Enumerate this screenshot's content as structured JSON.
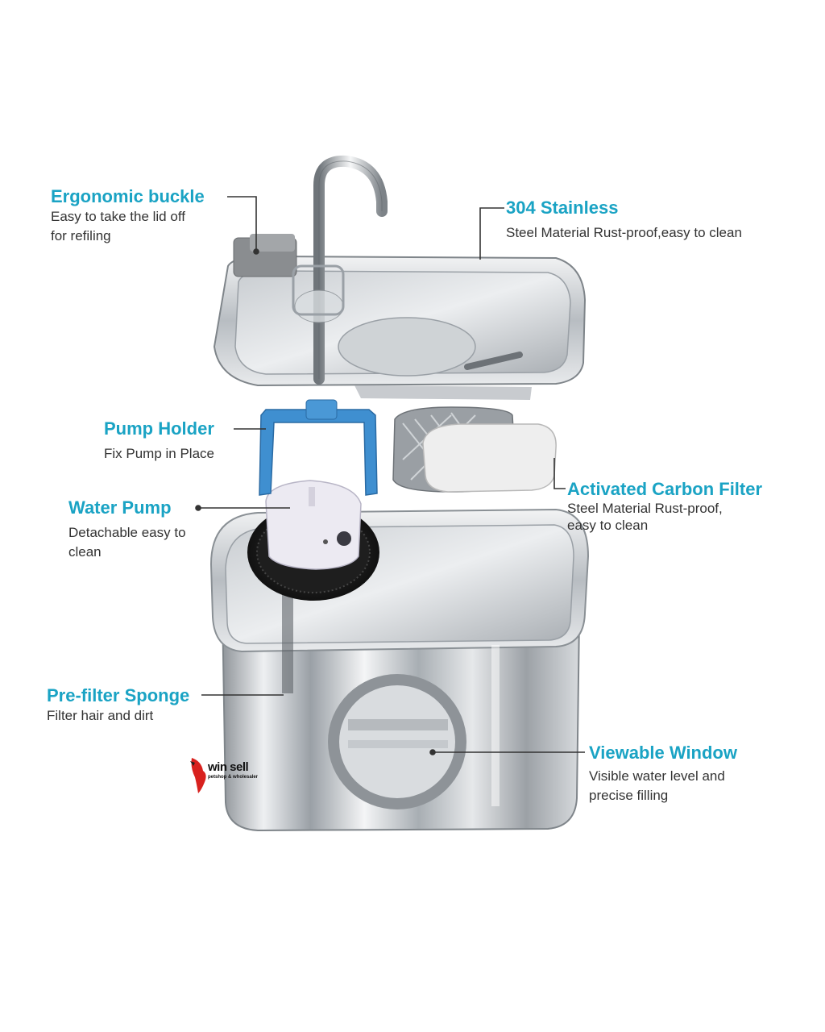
{
  "colors": {
    "accent": "#1aa3c4",
    "text": "#333333",
    "steel": "#c8ccd0",
    "pump_holder": "#3f8fd0",
    "brand_red": "#d8211e"
  },
  "callouts": {
    "ergonomic_buckle": {
      "title": "Ergonomic buckle",
      "desc_lines": [
        "Easy to take the lid off",
        "for refiling"
      ]
    },
    "stainless": {
      "title": "304 Stainless",
      "desc_lines": [
        "Steel Material Rust-proof,easy to clean"
      ]
    },
    "pump_holder": {
      "title": "Pump Holder",
      "desc_lines": [
        "Fix Pump in Place"
      ]
    },
    "carbon_filter": {
      "title": "Activated Carbon Filter",
      "desc_lines": [
        "Steel Material Rust-proof,",
        "easy to clean"
      ]
    },
    "water_pump": {
      "title": "Water Pump",
      "desc_lines": [
        "Detachable easy to",
        "clean"
      ]
    },
    "prefilter": {
      "title": "Pre-filter Sponge",
      "desc_lines": [
        "Filter hair and dirt"
      ]
    },
    "window": {
      "title": "Viewable Window",
      "desc_lines": [
        "Visible water level and",
        "precise filling"
      ]
    }
  },
  "logo": {
    "name": "win sell",
    "tagline": "petshop & wholesaler"
  }
}
